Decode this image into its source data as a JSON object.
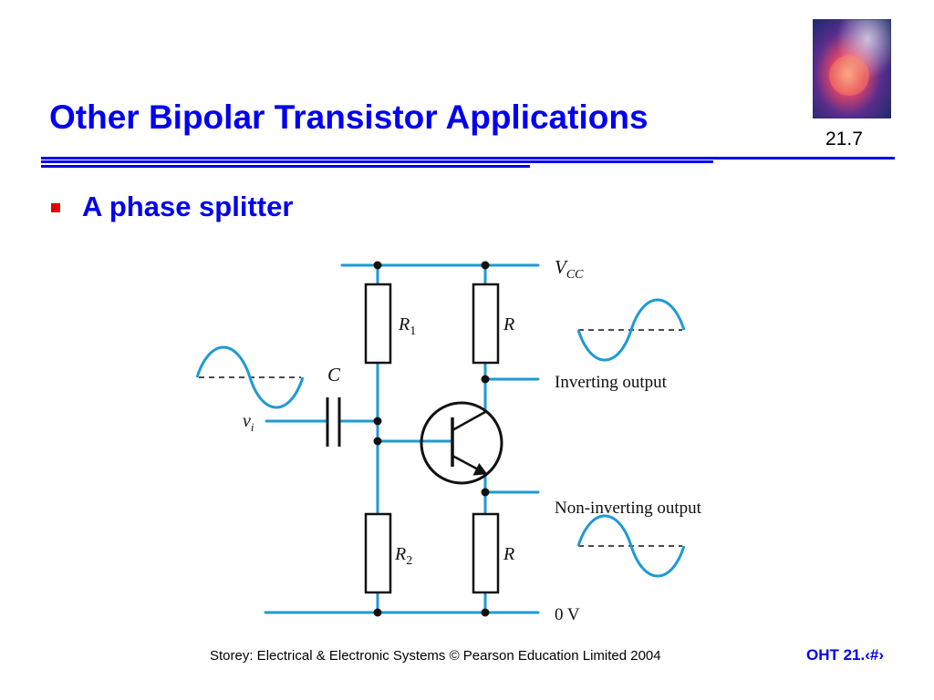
{
  "slide": {
    "title": "Other Bipolar Transistor Applications",
    "number": "21.7",
    "bullet": "A phase splitter"
  },
  "circuit": {
    "vcc_label": "V",
    "vcc_sub": "CC",
    "r1_label": "R",
    "r1_sub": "1",
    "r2_label": "R",
    "r2_sub": "2",
    "rc_label": "R",
    "re_label": "R",
    "c_label": "C",
    "vi_label": "v",
    "vi_sub": "i",
    "inverting_label": "Inverting output",
    "noninverting_label": "Non-inverting output",
    "ground_label": "0 V"
  },
  "footer": {
    "credit": "Storey: Electrical & Electronic Systems © Pearson Education Limited 2004",
    "oht": "OHT 21.‹#›"
  },
  "colors": {
    "title": "#0000ee",
    "wire": "#1e9ad6",
    "bullet": "#e00000",
    "rule": "#0000ee"
  }
}
